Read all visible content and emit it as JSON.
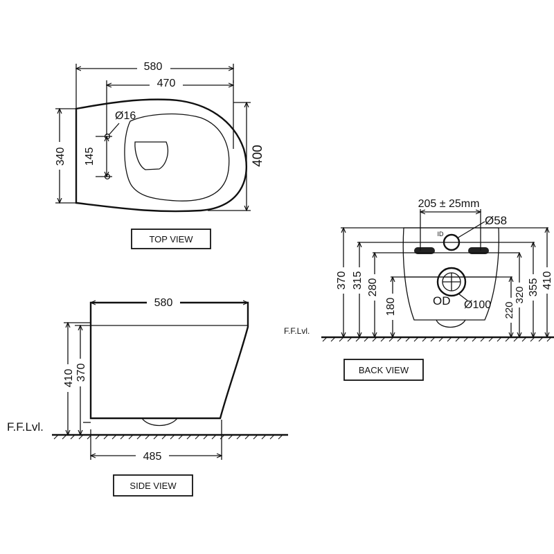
{
  "top_view": {
    "title": "TOP VIEW",
    "overall_length": "580",
    "fixing_span": "470",
    "width": "340",
    "bowl_depth": "400",
    "bolt_spacing": "145",
    "bolt_diameter": "Ø16"
  },
  "side_view": {
    "title": "SIDE VIEW",
    "overall_length": "580",
    "total_height": "410",
    "rim_height": "370",
    "base_length": "485",
    "floor_label": "F.F.Lvl."
  },
  "back_view": {
    "title": "BACK VIEW",
    "bolt_spacing": "205 ± 25mm",
    "inlet_diameter": "Ø58",
    "inlet_id": "ID",
    "outlet_label": "OD",
    "outlet_diameter": "Ø100",
    "floor_label": "F.F.Lvl.",
    "left_dims": [
      "370",
      "315",
      "280",
      "180"
    ],
    "right_dims": [
      "220",
      "320",
      "355",
      "410"
    ]
  }
}
